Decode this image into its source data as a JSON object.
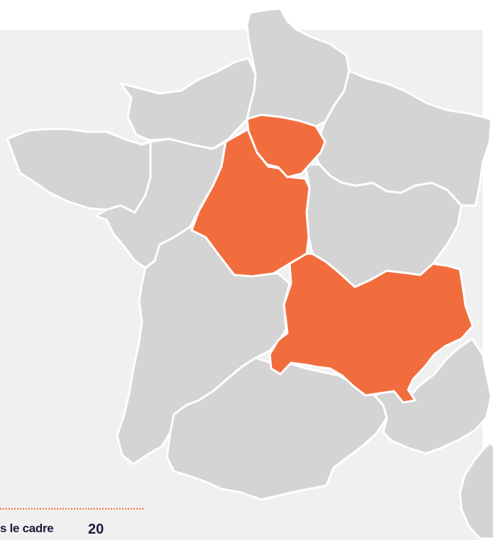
{
  "map": {
    "colors": {
      "highlight": "#f26d3d",
      "default": "#d4d4d4",
      "corsica": "#d4d4d4",
      "border": "#ffffff",
      "background": "#f0f0f0"
    },
    "highlighted_region_count": 3
  },
  "footer": {
    "caption": "s le cadre",
    "logo": "20"
  }
}
